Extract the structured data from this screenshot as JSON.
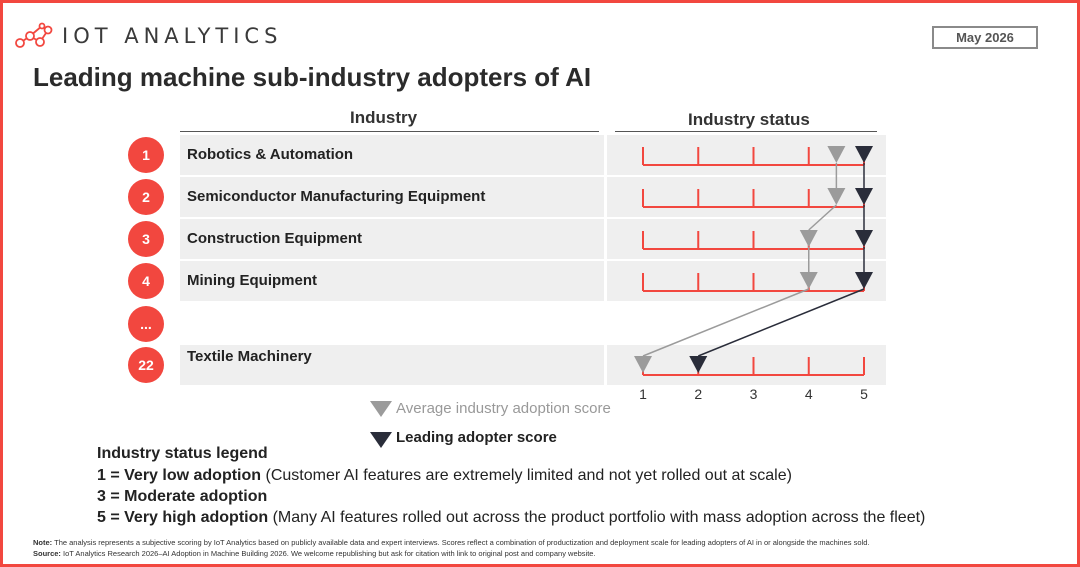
{
  "brand": {
    "name": "IOT ANALYTICS",
    "accent_color": "#f2473f"
  },
  "date": "May 2026",
  "title": "Leading machine sub-industry adopters of AI",
  "columns": {
    "industry": "Industry",
    "status": "Industry status"
  },
  "chart_data": {
    "type": "table",
    "scale": {
      "min": 1,
      "max": 5,
      "ticks": [
        "1",
        "2",
        "3",
        "4",
        "5"
      ]
    },
    "rows": [
      {
        "rank": "1",
        "industry": "Robotics & Automation",
        "average": 4.5,
        "leading": 5
      },
      {
        "rank": "2",
        "industry": "Semiconductor Manufacturing Equipment",
        "average": 4.5,
        "leading": 5
      },
      {
        "rank": "3",
        "industry": "Construction Equipment",
        "average": 4,
        "leading": 5
      },
      {
        "rank": "4",
        "industry": "Mining Equipment",
        "average": 4,
        "leading": 5
      },
      {
        "rank": "...",
        "industry": "",
        "average": null,
        "leading": null
      },
      {
        "rank": "22",
        "industry": "Textile Machinery",
        "average": 1,
        "leading": 2
      }
    ],
    "legend": {
      "average": "Average industry adoption score",
      "leading": "Leading adopter score"
    },
    "colors": {
      "average": "#9b9b9b",
      "leading": "#2a2d3a",
      "scale": "#f2473f"
    }
  },
  "status_legend": {
    "title": "Industry status legend",
    "items": [
      {
        "level": "1 = Very low adoption",
        "desc": " (Customer AI features are extremely limited and not yet rolled out at scale)"
      },
      {
        "level": "3 = Moderate adoption",
        "desc": ""
      },
      {
        "level": "5 = Very high adoption",
        "desc": " (Many AI features rolled out across the product portfolio with mass adoption across the fleet)"
      }
    ]
  },
  "note": {
    "label": "Note:",
    "text": " The analysis represents a subjective scoring by IoT Analytics based on publicly available data and expert interviews. Scores reflect a combination of productization and deployment scale for leading adopters of AI in or alongside the machines sold."
  },
  "source": {
    "label": "Source:",
    "text": " IoT Analytics Research 2026–AI Adoption in Machine Building 2026. We welcome republishing but ask for citation with link to original post and company website."
  }
}
